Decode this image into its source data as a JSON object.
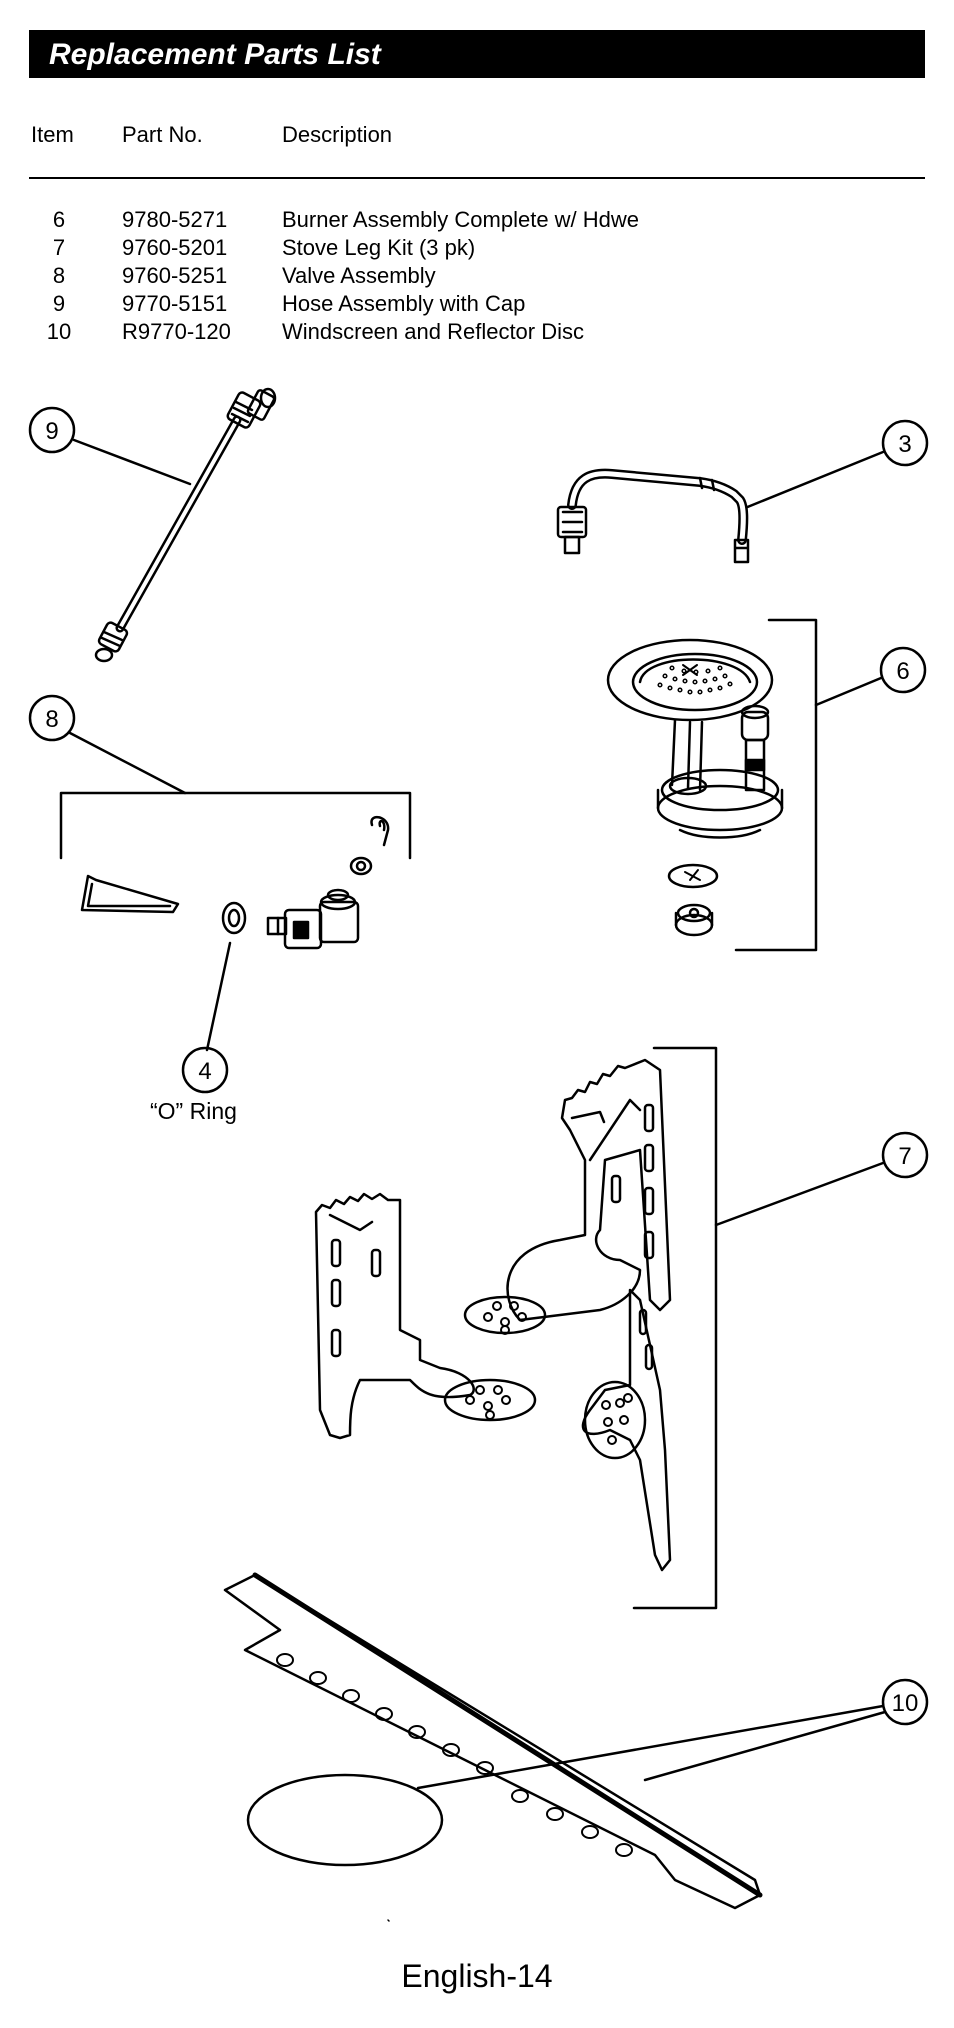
{
  "header": {
    "title": "Replacement Parts List"
  },
  "table": {
    "columns": [
      "Item",
      "Part No.",
      "Description"
    ],
    "rows": [
      {
        "item": "6",
        "part": "9780-5271",
        "description": "Burner Assembly Complete w/ Hdwe"
      },
      {
        "item": "7",
        "part": "9760-5201",
        "description": "Stove Leg Kit (3 pk)"
      },
      {
        "item": "8",
        "part": "9760-5251",
        "description": "Valve Assembly"
      },
      {
        "item": "9",
        "part": "9770-5151",
        "description": "Hose Assembly with Cap"
      },
      {
        "item": "10",
        "part": "R9770-120",
        "description": "Windscreen and Reflector Disc"
      }
    ]
  },
  "diagram": {
    "callouts": {
      "c9": "9",
      "c3": "3",
      "c6": "6",
      "c8": "8",
      "c4": "4",
      "c7": "7",
      "c10": "10"
    },
    "oring_label": "“O” Ring"
  },
  "footer": {
    "page_label": "English-14"
  }
}
